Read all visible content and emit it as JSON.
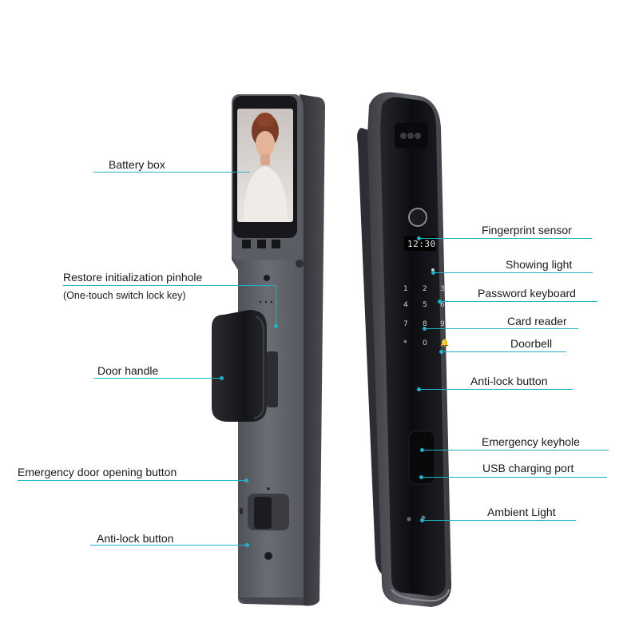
{
  "colors": {
    "leader_line": "#1fb3c8",
    "front_panel": "#5e6068",
    "side_panel": "#3d3f45",
    "glass_panel": "#111216",
    "screen_bezel": "#16171b",
    "handle": "#1b1c20"
  },
  "screen_clock": "12:30",
  "keypad": [
    "1",
    "2",
    "3",
    "4",
    "5",
    "6",
    "7",
    "8",
    "9",
    "*",
    "0",
    "🔔"
  ],
  "left_labels": {
    "battery_box": "Battery box",
    "restore_pinhole": "Restore initialization pinhole",
    "restore_pinhole_note": "(One-touch switch lock key)",
    "door_handle": "Door handle",
    "emergency_door_button": "Emergency door opening button",
    "anti_lock_button": "Anti-lock button"
  },
  "right_labels": {
    "fingerprint_sensor": "Fingerprint sensor",
    "showing_light": "Showing light",
    "password_keyboard": "Password keyboard",
    "card_reader": "Card reader",
    "doorbell": "Doorbell",
    "anti_lock_button": "Anti-lock button",
    "emergency_keyhole": "Emergency keyhole",
    "usb_port": "USB charging port",
    "ambient_light": "Ambient Light"
  }
}
